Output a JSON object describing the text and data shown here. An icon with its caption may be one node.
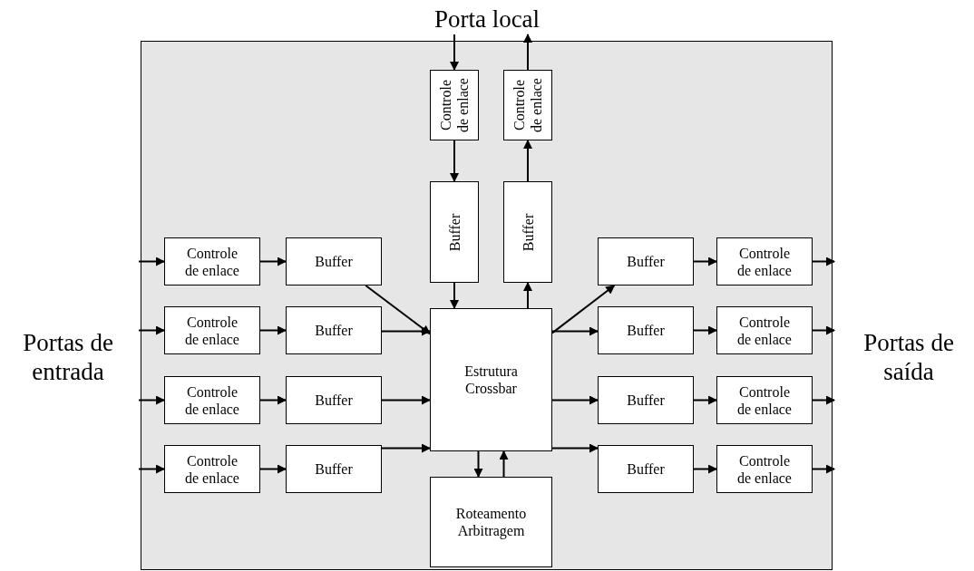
{
  "diagram": {
    "nodes": [
      {
        "text": [],
        "shape": "box"
      },
      {
        "text": [
          "Controle de enlace"
        ],
        "in": 0
      },
      {
        "text": [
          "Controle de enlace"
        ],
        "in": 0
      },
      {
        "text": [
          "Buffer"
        ],
        "in": 0
      },
      {
        "text": [
          "Buffer"
        ],
        "in": 0
      },
      {
        "text": [
          "Controle de enlace"
        ],
        "in": 0
      },
      {
        "text": [
          "Buffer"
        ],
        "in": 0
      },
      {
        "text": [
          "Controle de enlace"
        ],
        "in": 0
      },
      {
        "text": [
          "Buffer"
        ],
        "in": 0
      },
      {
        "text": [
          "Controle de enlace"
        ],
        "in": 0
      },
      {
        "text": [
          "Buffer"
        ],
        "in": 0
      },
      {
        "text": [
          "Controle de enlace"
        ],
        "in": 0
      },
      {
        "text": [
          "Buffer"
        ],
        "in": 0
      },
      {
        "text": [
          "Estrutura Crossbar"
        ],
        "in": 0
      },
      {
        "text": [
          "Roteamento Arbitragem"
        ],
        "in": 0
      },
      {
        "text": [
          "Buffer"
        ],
        "in": 0
      },
      {
        "text": [
          "Controle de enlace"
        ],
        "in": 0
      },
      {
        "text": [
          "Buffer"
        ],
        "in": 0
      },
      {
        "text": [
          "Controle de enlace"
        ],
        "in": 0
      },
      {
        "text": [
          "Buffer"
        ],
        "in": 0
      },
      {
        "text": [
          "Controle de enlace"
        ],
        "in": 0
      },
      {
        "text": [
          "Buffer"
        ],
        "in": 0
      },
      {
        "text": [
          "Controle de enlace"
        ],
        "in": 0
      },
      {
        "text": [
          "Porta local"
        ]
      }
    ],
    "edges": [
      {
        "from": 23,
        "to": 1,
        "arrow": "to"
      },
      {
        "from": 1,
        "to": 3,
        "arrow": "to"
      },
      {
        "from": 3,
        "to": 13,
        "arrow": "to"
      },
      {
        "from": 13,
        "to": 4,
        "arrow": "to"
      },
      {
        "from": 4,
        "to": 2,
        "arrow": "to"
      },
      {
        "from": 2,
        "to": 23,
        "arrow": "to"
      },
      {
        "from": null,
        "to": 5,
        "arrow": "to"
      },
      {
        "from": 5,
        "to": 6,
        "arrow": "to"
      },
      {
        "from": 6,
        "to": 13,
        "arrow": "to"
      },
      {
        "from": null,
        "to": 7,
        "arrow": "to"
      },
      {
        "from": 7,
        "to": 8,
        "arrow": "to"
      },
      {
        "from": 8,
        "to": 13,
        "arrow": "to"
      },
      {
        "from": null,
        "to": 9,
        "arrow": "to"
      },
      {
        "from": 9,
        "to": 10,
        "arrow": "to"
      },
      {
        "from": 10,
        "to": 13,
        "arrow": "to"
      },
      {
        "from": null,
        "to": 11,
        "arrow": "to"
      },
      {
        "from": 11,
        "to": 12,
        "arrow": "to"
      },
      {
        "from": 12,
        "to": 13,
        "arrow": "to"
      },
      {
        "from": 13,
        "to": 14,
        "arrow": "to"
      },
      {
        "from": 14,
        "to": 13,
        "arrow": "to"
      },
      {
        "from": 13,
        "to": 15,
        "arrow": "to"
      },
      {
        "from": 15,
        "to": 16,
        "arrow": "to"
      },
      {
        "from": 16,
        "to": null,
        "arrow": "to"
      },
      {
        "from": 13,
        "to": 17,
        "arrow": "to"
      },
      {
        "from": 17,
        "to": 18,
        "arrow": "to"
      },
      {
        "from": 18,
        "to": null,
        "arrow": "to"
      },
      {
        "from": 13,
        "to": 19,
        "arrow": "to"
      },
      {
        "from": 19,
        "to": 20,
        "arrow": "to"
      },
      {
        "from": 20,
        "to": null,
        "arrow": "to"
      },
      {
        "from": 13,
        "to": 21,
        "arrow": "to"
      },
      {
        "from": 21,
        "to": 22,
        "arrow": "to"
      },
      {
        "from": 22,
        "to": null,
        "arrow": "to"
      }
    ],
    "labels": [
      "Portas de entrada",
      "Portas de saída"
    ]
  }
}
